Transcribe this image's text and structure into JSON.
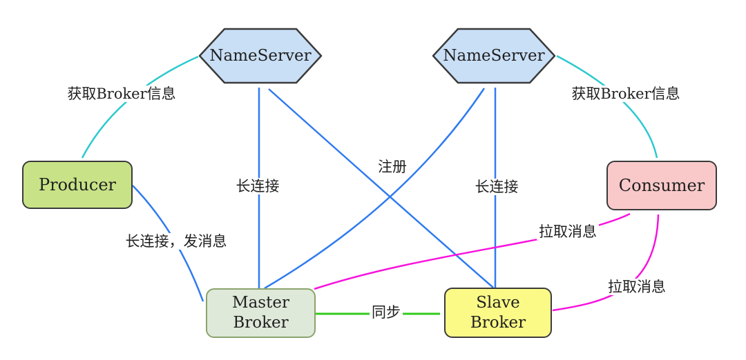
{
  "nodes": {
    "nameserver_left": {
      "label": "NameServer"
    },
    "nameserver_right": {
      "label": "NameServer"
    },
    "producer": {
      "label": "Producer"
    },
    "consumer": {
      "label": "Consumer"
    },
    "master_broker": {
      "line1": "Master",
      "line2": "Broker"
    },
    "slave_broker": {
      "line1": "Slave",
      "line2": "Broker"
    }
  },
  "edge_labels": {
    "get_broker_info_left": "获取Broker信息",
    "get_broker_info_right": "获取Broker信息",
    "long_connection_left": "长连接",
    "long_connection_right": "长连接",
    "register": "注册",
    "long_connection_send_msg": "长连接，发消息",
    "sync": "同步",
    "pull_message_left": "拉取消息",
    "pull_message_right": "拉取消息"
  },
  "edges": [
    {
      "from": "nameserver_left",
      "to": "producer",
      "label": "获取Broker信息",
      "color": "#2cc9cf"
    },
    {
      "from": "nameserver_right",
      "to": "consumer",
      "label": "获取Broker信息",
      "color": "#2cc9cf"
    },
    {
      "from": "producer",
      "to": "master_broker",
      "label": "长连接，发消息",
      "color": "#2f7bf0"
    },
    {
      "from": "master_broker",
      "to": "nameserver_left",
      "label": "长连接",
      "color": "#2f7bf0"
    },
    {
      "from": "master_broker",
      "to": "nameserver_right",
      "label": "注册",
      "color": "#2f7bf0"
    },
    {
      "from": "slave_broker",
      "to": "nameserver_right",
      "label": "长连接",
      "color": "#2f7bf0"
    },
    {
      "from": "slave_broker",
      "to": "nameserver_left",
      "label": "注册",
      "color": "#2f7bf0"
    },
    {
      "from": "master_broker",
      "to": "slave_broker",
      "label": "同步",
      "color": "#31cb1c"
    },
    {
      "from": "master_broker",
      "to": "consumer",
      "label": "拉取消息",
      "color": "#f713dd"
    },
    {
      "from": "slave_broker",
      "to": "consumer",
      "label": "拉取消息",
      "color": "#f713dd"
    }
  ],
  "colors": {
    "nameserver_fill": "#c9dff6",
    "producer_fill": "#c8e387",
    "consumer_fill": "#f9c9ca",
    "master_fill": "#dfe9da",
    "master_border": "#8aa36b",
    "slave_fill": "#fbfa87",
    "node_border": "#3a3a3a",
    "blue": "#2f7bf0",
    "cyan": "#2cc9cf",
    "magenta": "#f713dd",
    "green": "#31cb1c",
    "text": "#1f1f1f"
  }
}
